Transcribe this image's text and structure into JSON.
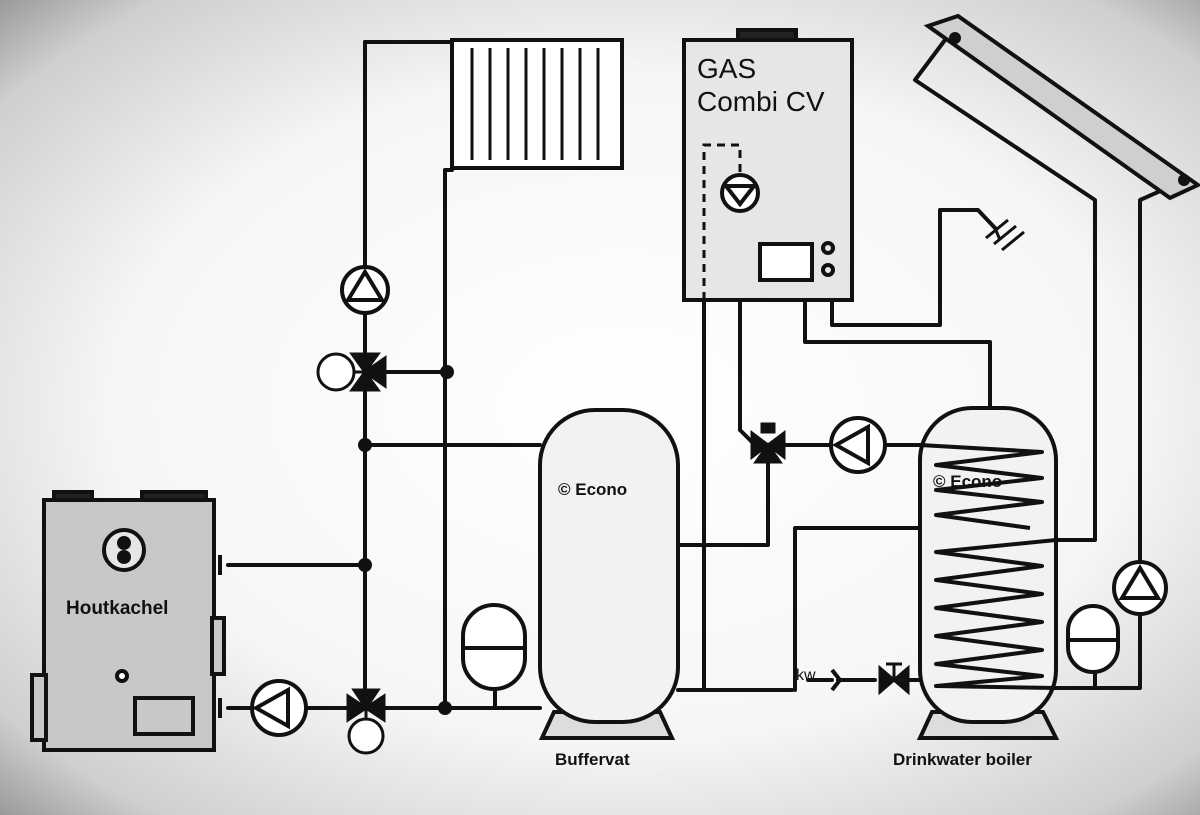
{
  "labels": {
    "boiler_line1": "GAS",
    "boiler_line2": "Combi CV",
    "stove": "Houtkachel",
    "buffer_tank": "Buffervat",
    "dhw_tank": "Drinkwater boiler",
    "cold_water": "kw",
    "brand_buffer": "© Econo",
    "brand_dhw": "© Econo"
  },
  "colors": {
    "line": "#111111",
    "background": "#ffffff",
    "panel": "#e6e6e6",
    "tank": "#f2f2f2",
    "stove": "#c8c8c8"
  }
}
